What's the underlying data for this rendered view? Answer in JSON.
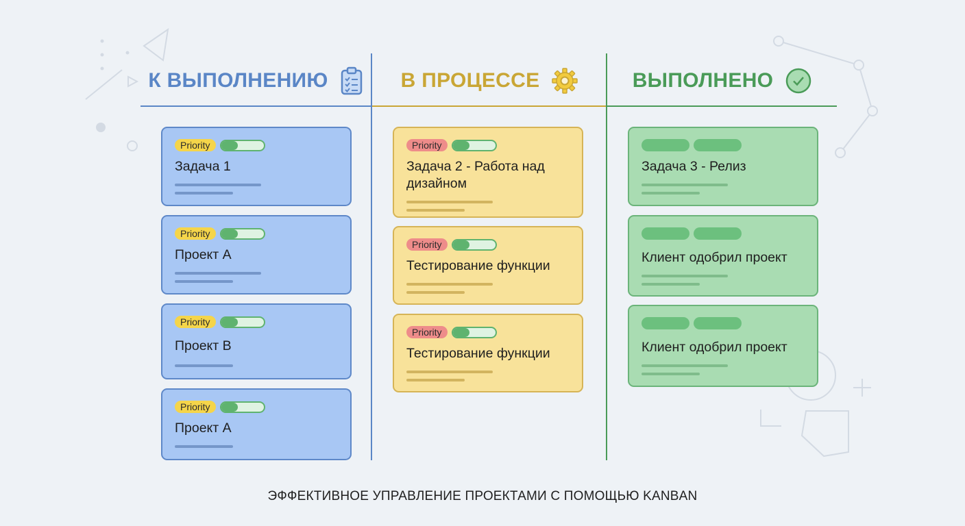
{
  "colors": {
    "todo": "#5a86c6",
    "progress": "#c9a635",
    "done": "#4a9b58",
    "card_blue": "#a8c7f4",
    "card_yellow": "#f8e29a",
    "card_green": "#a9dcb2"
  },
  "columns": [
    {
      "title": "К ВЫПОЛНЕНИЮ",
      "icon": "clipboard-checklist-icon",
      "cards": [
        {
          "badge": "Priority",
          "title": "Задача 1"
        },
        {
          "badge": "Priority",
          "title": "Проект А"
        },
        {
          "badge": "Priority",
          "title": "Проект В"
        },
        {
          "badge": "Priority",
          "title": "Проект А"
        }
      ]
    },
    {
      "title": "В ПРОЦЕССЕ",
      "icon": "gear-icon",
      "cards": [
        {
          "badge": "Priority",
          "title": "Задача 2 - Работа над дизайном"
        },
        {
          "badge": "Priority",
          "title": "Тестирование функции"
        },
        {
          "badge": "Priority",
          "title": "Тестирование функции"
        }
      ]
    },
    {
      "title": "ВЫПОЛНЕНО",
      "icon": "check-circle-icon",
      "cards": [
        {
          "title": "Задача 3 - Релиз"
        },
        {
          "title": "Клиент одобрил проект"
        },
        {
          "title": "Клиент одобрил проект"
        }
      ]
    }
  ],
  "caption": "ЭФФЕКТИВНОЕ УПРАВЛЕНИЕ ПРОЕКТАМИ С ПОМОЩЬЮ KANBAN"
}
